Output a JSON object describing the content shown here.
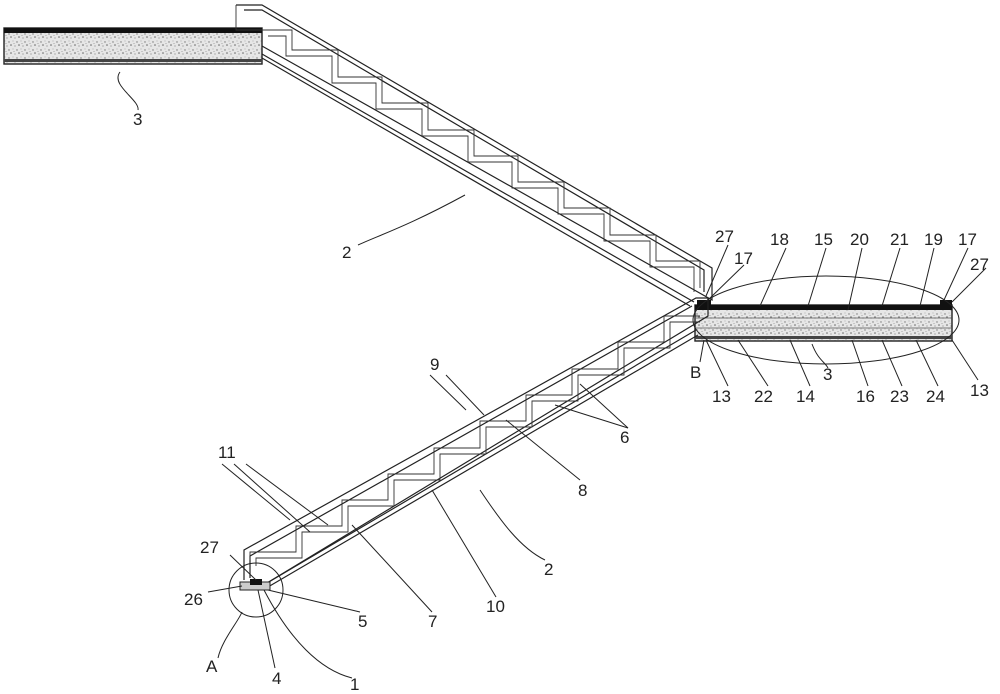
{
  "labels": {
    "l1": "1",
    "l2a": "2",
    "l2b": "2",
    "l3a": "3",
    "l3b": "3",
    "l4": "4",
    "l5": "5",
    "l6": "6",
    "l7": "7",
    "l8": "8",
    "l9": "9",
    "l10": "10",
    "l11": "11",
    "l13a": "13",
    "l13b": "13",
    "l14": "14",
    "l15": "15",
    "l16": "16",
    "l17a": "17",
    "l17b": "17",
    "l18": "18",
    "l19": "19",
    "l20": "20",
    "l21": "21",
    "l22": "22",
    "l23": "23",
    "l24": "24",
    "l26": "26",
    "l27a": "27",
    "l27b": "27",
    "l27c": "27",
    "detailA": "A",
    "detailB": "B"
  },
  "colors": {
    "line": "#222222",
    "concrete": "#d9d9d9",
    "steel": "#111111"
  }
}
